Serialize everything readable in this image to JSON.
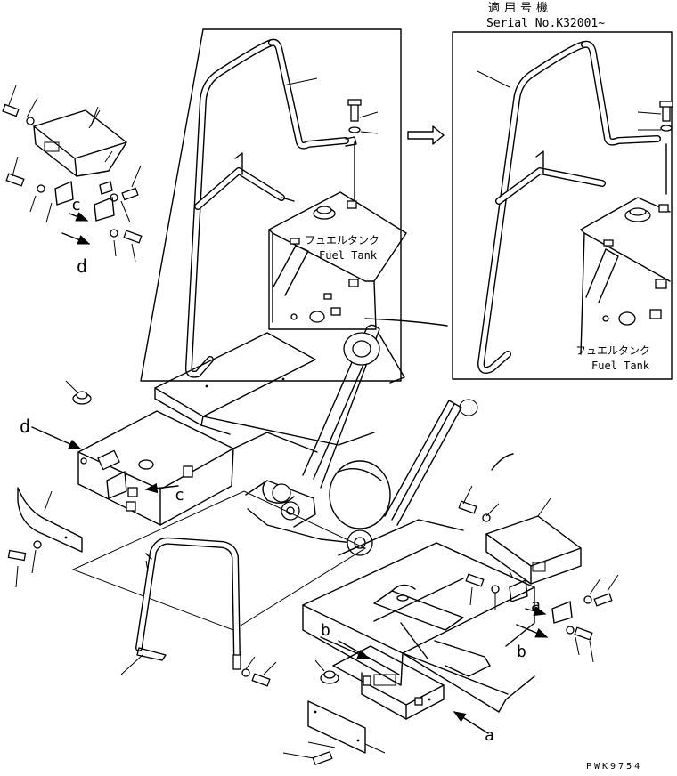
{
  "serial_note": {
    "line1": "適用号機",
    "line2": "Serial No.K32001~"
  },
  "fuel_tank_label": {
    "jp": "フュエルタンク",
    "en": "Fuel Tank"
  },
  "callout_letters": {
    "a": "a",
    "b": "b",
    "c": "c",
    "d": "d"
  },
  "drawing_code": "PWK9754"
}
